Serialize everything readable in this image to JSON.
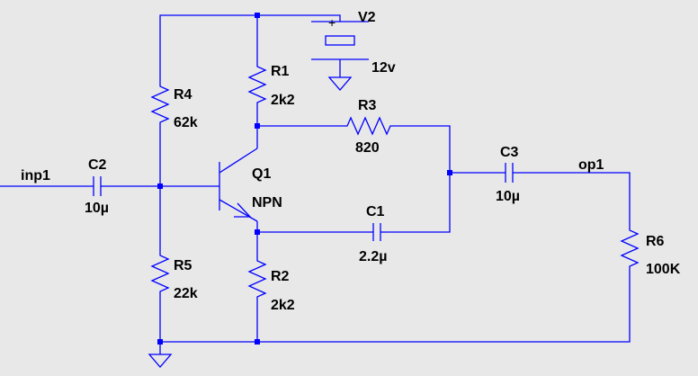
{
  "colors": {
    "background": "#e8e8e8",
    "wire": "#0000ff",
    "text": "#000000"
  },
  "nets": {
    "input": "inp1",
    "output": "op1"
  },
  "components": {
    "V2": {
      "name": "V2",
      "value": "12v",
      "polarity": "+"
    },
    "R1": {
      "name": "R1",
      "value": "2k2"
    },
    "R2": {
      "name": "R2",
      "value": "2k2"
    },
    "R3": {
      "name": "R3",
      "value": "820"
    },
    "R4": {
      "name": "R4",
      "value": "62k"
    },
    "R5": {
      "name": "R5",
      "value": "22k"
    },
    "R6": {
      "name": "R6",
      "value": "100K"
    },
    "C1": {
      "name": "C1",
      "value": "2.2µ"
    },
    "C2": {
      "name": "C2",
      "value": "10µ"
    },
    "C3": {
      "name": "C3",
      "value": "10µ"
    },
    "Q1": {
      "name": "Q1",
      "type": "NPN"
    }
  }
}
